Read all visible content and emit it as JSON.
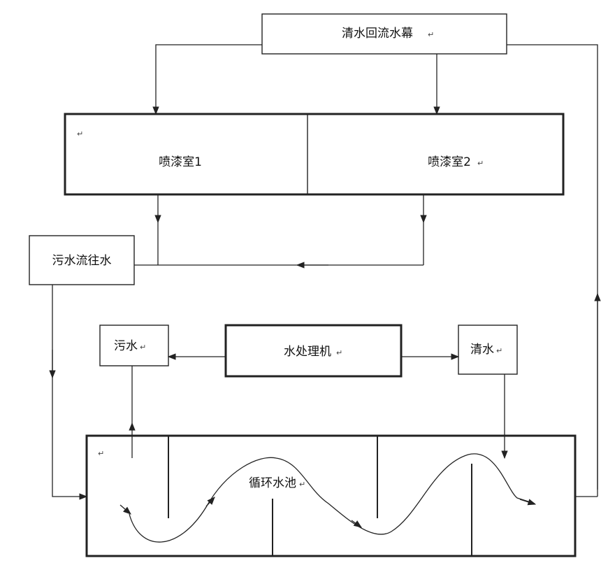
{
  "nodes": {
    "clean_return_curtain": "清水回流水幕",
    "booth1": "喷漆室1",
    "booth2": "喷漆室2",
    "wastewater_flow": "污水流往水",
    "wastewater": "污水",
    "treatment_machine": "水处理机",
    "clean_water": "清水",
    "circulation_pool": "循环水池"
  },
  "paragraph_mark": "↵"
}
